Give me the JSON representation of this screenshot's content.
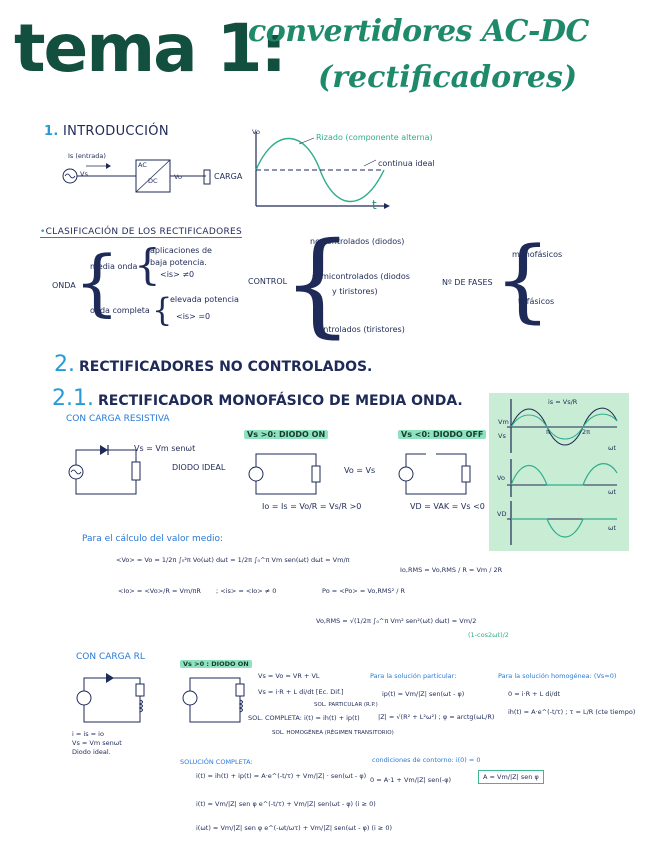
{
  "title": {
    "main": "tema 1:",
    "sub_line1": "convertidores AC-DC",
    "sub_line2": "(rectificadores)"
  },
  "intro": {
    "heading_num": "1.",
    "heading": "INTRODUCCIÓN",
    "block_input": "Is (entrada)",
    "block_ac": "AC",
    "block_dc": "DC",
    "label_vs": "Vs",
    "label_vo": "Vo",
    "label_carga": "CARGA",
    "graph_vo": "Vo",
    "graph_t": "t",
    "graph_ripple": "Rizado (componente alterna)",
    "graph_continua": "continua ideal"
  },
  "classification": {
    "heading": "CLASIFICACIÓN DE LOS RECTIFICADORES",
    "onda": "ONDA",
    "media_onda": "media onda",
    "media_onda_1": "aplicaciones de",
    "media_onda_2": "baja potencia.",
    "media_onda_3": "<is> ≠0",
    "onda_completa": "onda completa",
    "onda_completa_1": "elevada potencia",
    "onda_completa_2": "<is> =0",
    "control": "CONTROL",
    "no_controlados": "no controlados (diodos)",
    "semicontrolados_1": "semicontrolados (diodos",
    "semicontrolados_2": "y tiristores)",
    "controlados": "controlados (tiristores)",
    "fases": "Nº DE FASES",
    "monofasicos": "monofásicos",
    "trifasicos": "trifásicos"
  },
  "section2": {
    "num": "2.",
    "heading": "RECTIFICADORES NO CONTROLADOS."
  },
  "section21": {
    "num": "2.1.",
    "heading": "RECTIFICADOR MONOFÁSICO DE MEDIA ONDA.",
    "sub": "CON CARGA RESISTIVA",
    "eq_vs": "Vs = Vm senωt",
    "diodo_ideal": "DIODO IDEAL",
    "tag_on": "Vs >0: DIODO ON",
    "tag_off": "Vs <0: DIODO OFF",
    "vo_eq_vs": "Vo = Vs",
    "io_eq": "Io = Is = Vo/R = Vs/R >0",
    "vd_eq": "VD = VAK = Vs <0",
    "graph_top": "is = Vs/R",
    "graph_labels": [
      "Vm",
      "Vs",
      "π",
      "2π",
      "ωt",
      "Vo",
      "ωt",
      "VD",
      "ωt"
    ]
  },
  "average": {
    "intro": "Para el cálculo del valor medio:",
    "eq1": "<Vo> = Vo = 1/2π ∫₀²π Vo(ωt) dωt = 1/2π ∫₀^π Vm sen(ωt) dωt = Vm/π",
    "eq2": "<Io> = <Vo>/R = Vm/πR",
    "eq3": "; <is> = <Io> ≠ 0",
    "eq_irms": "Io,RMS = Vo,RMS / R = Vm / 2R",
    "eq_po": "Po = <Po> = Vo,RMS² / R",
    "eq_vrms": "Vo,RMS = √(1/2π ∫₀^π Vm² sen²(ωt) dωt) = Vm/2",
    "eq_hint": "(1-cos2ωt)/2"
  },
  "rl": {
    "heading": "CON CARGA RL",
    "tag": "Vs >0 : DIODO ON",
    "eq_a": "Vs = Vo = VR + VL",
    "eq_b": "Vs = i·R + L di/dt  [Ec. Dif.]",
    "particular_tag": "SOL. PARTICULAR (R.P.)",
    "complete_tag": "SOL. COMPLETA: i(t) = ih(t) + ip(t)",
    "homog_tag": "SOL. HOMOGÉNEA (RÉGIMEN TRANSITORIO)",
    "leg1": "i = is = io",
    "leg2": "Vs = Vm senωt",
    "leg3": "Diodo ideal.",
    "part_head": "Para la solución particular:",
    "part_eq1": "ip(t) = Vm/|Z| sen(ωt - φ)",
    "part_eq2": "|Z| = √(R² + L²ω²)  ;  φ = arctg(ωL/R)",
    "hom_head": "Para la solución homogénea: (Vs=0)",
    "hom_eq1": "0 = i·R + L di/dt",
    "hom_eq2": "ih(t) = A·e^(-t/τ) ; τ = L/R (cte tiempo)",
    "sol_head": "SOLUCIÓN COMPLETA:",
    "sol_eq1": "i(t) = ih(t) + ip(t) = A·e^(-t/τ) + Vm/|Z| · sen(ωt - φ)",
    "sol_eq2": "i(t) = Vm/|Z| sen φ e^(-t/τ) + Vm/|Z| sen(ωt - φ)  (i ≥ 0)",
    "sol_eq3": "i(ωt) = Vm/|Z| sen φ e^(-ωt/ωτ) + Vm/|Z| sen(ωt - φ)  (i ≥ 0)",
    "bc_head": "condiciones de contorno: i(0) = 0",
    "bc_eq": "0 = A·1 + Vm/|Z| sen(-φ)",
    "bc_result": "A = Vm/|Z| sen φ"
  }
}
